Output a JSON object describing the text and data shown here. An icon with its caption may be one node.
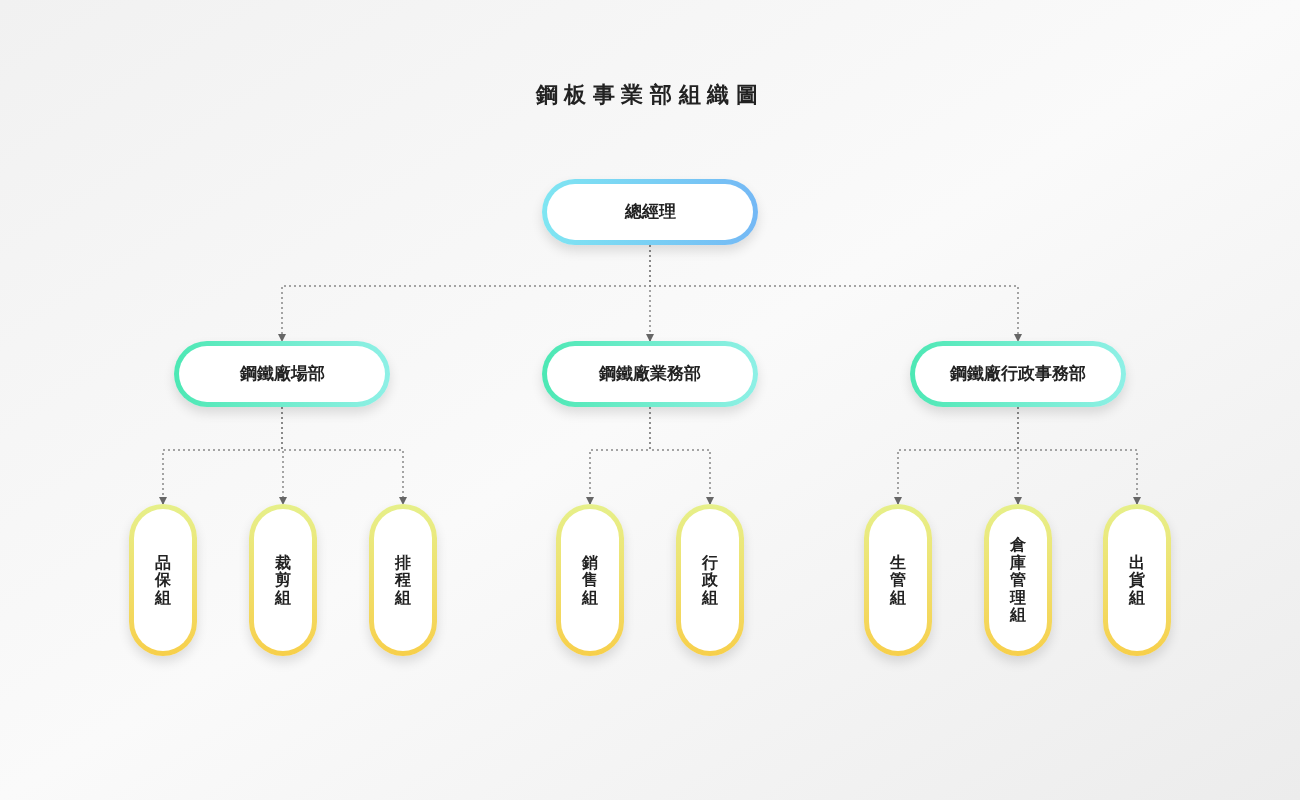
{
  "diagram": {
    "title": "鋼板事業部組織圖",
    "nodes": [
      {
        "text": [
          "總經理"
        ]
      },
      {
        "text": [
          "鋼鐵廠場部"
        ]
      },
      {
        "text": [
          "鋼鐵廠業務部"
        ]
      },
      {
        "text": [
          "鋼鐵廠行政事務部"
        ]
      },
      {
        "text": [
          "品保組"
        ]
      },
      {
        "text": [
          "裁剪組"
        ]
      },
      {
        "text": [
          "排程組"
        ]
      },
      {
        "text": [
          "銷售組"
        ]
      },
      {
        "text": [
          "行政組"
        ]
      },
      {
        "text": [
          "生管組"
        ]
      },
      {
        "text": [
          "倉庫管理組"
        ]
      },
      {
        "text": [
          "出貨組"
        ]
      }
    ],
    "edges": [
      {
        "from": 0,
        "to": 1,
        "arrow": "to",
        "style": "dashed"
      },
      {
        "from": 0,
        "to": 2,
        "arrow": "to",
        "style": "dashed"
      },
      {
        "from": 0,
        "to": 3,
        "arrow": "to",
        "style": "dashed"
      },
      {
        "from": 1,
        "to": 4,
        "arrow": "to",
        "style": "dashed"
      },
      {
        "from": 1,
        "to": 5,
        "arrow": "to",
        "style": "dashed"
      },
      {
        "from": 1,
        "to": 6,
        "arrow": "to",
        "style": "dashed"
      },
      {
        "from": 2,
        "to": 7,
        "arrow": "to",
        "style": "dashed"
      },
      {
        "from": 2,
        "to": 8,
        "arrow": "to",
        "style": "dashed"
      },
      {
        "from": 3,
        "to": 9,
        "arrow": "to",
        "style": "dashed"
      },
      {
        "from": 3,
        "to": 10,
        "arrow": "to",
        "style": "dashed"
      },
      {
        "from": 3,
        "to": 11,
        "arrow": "to",
        "style": "dashed"
      }
    ]
  }
}
